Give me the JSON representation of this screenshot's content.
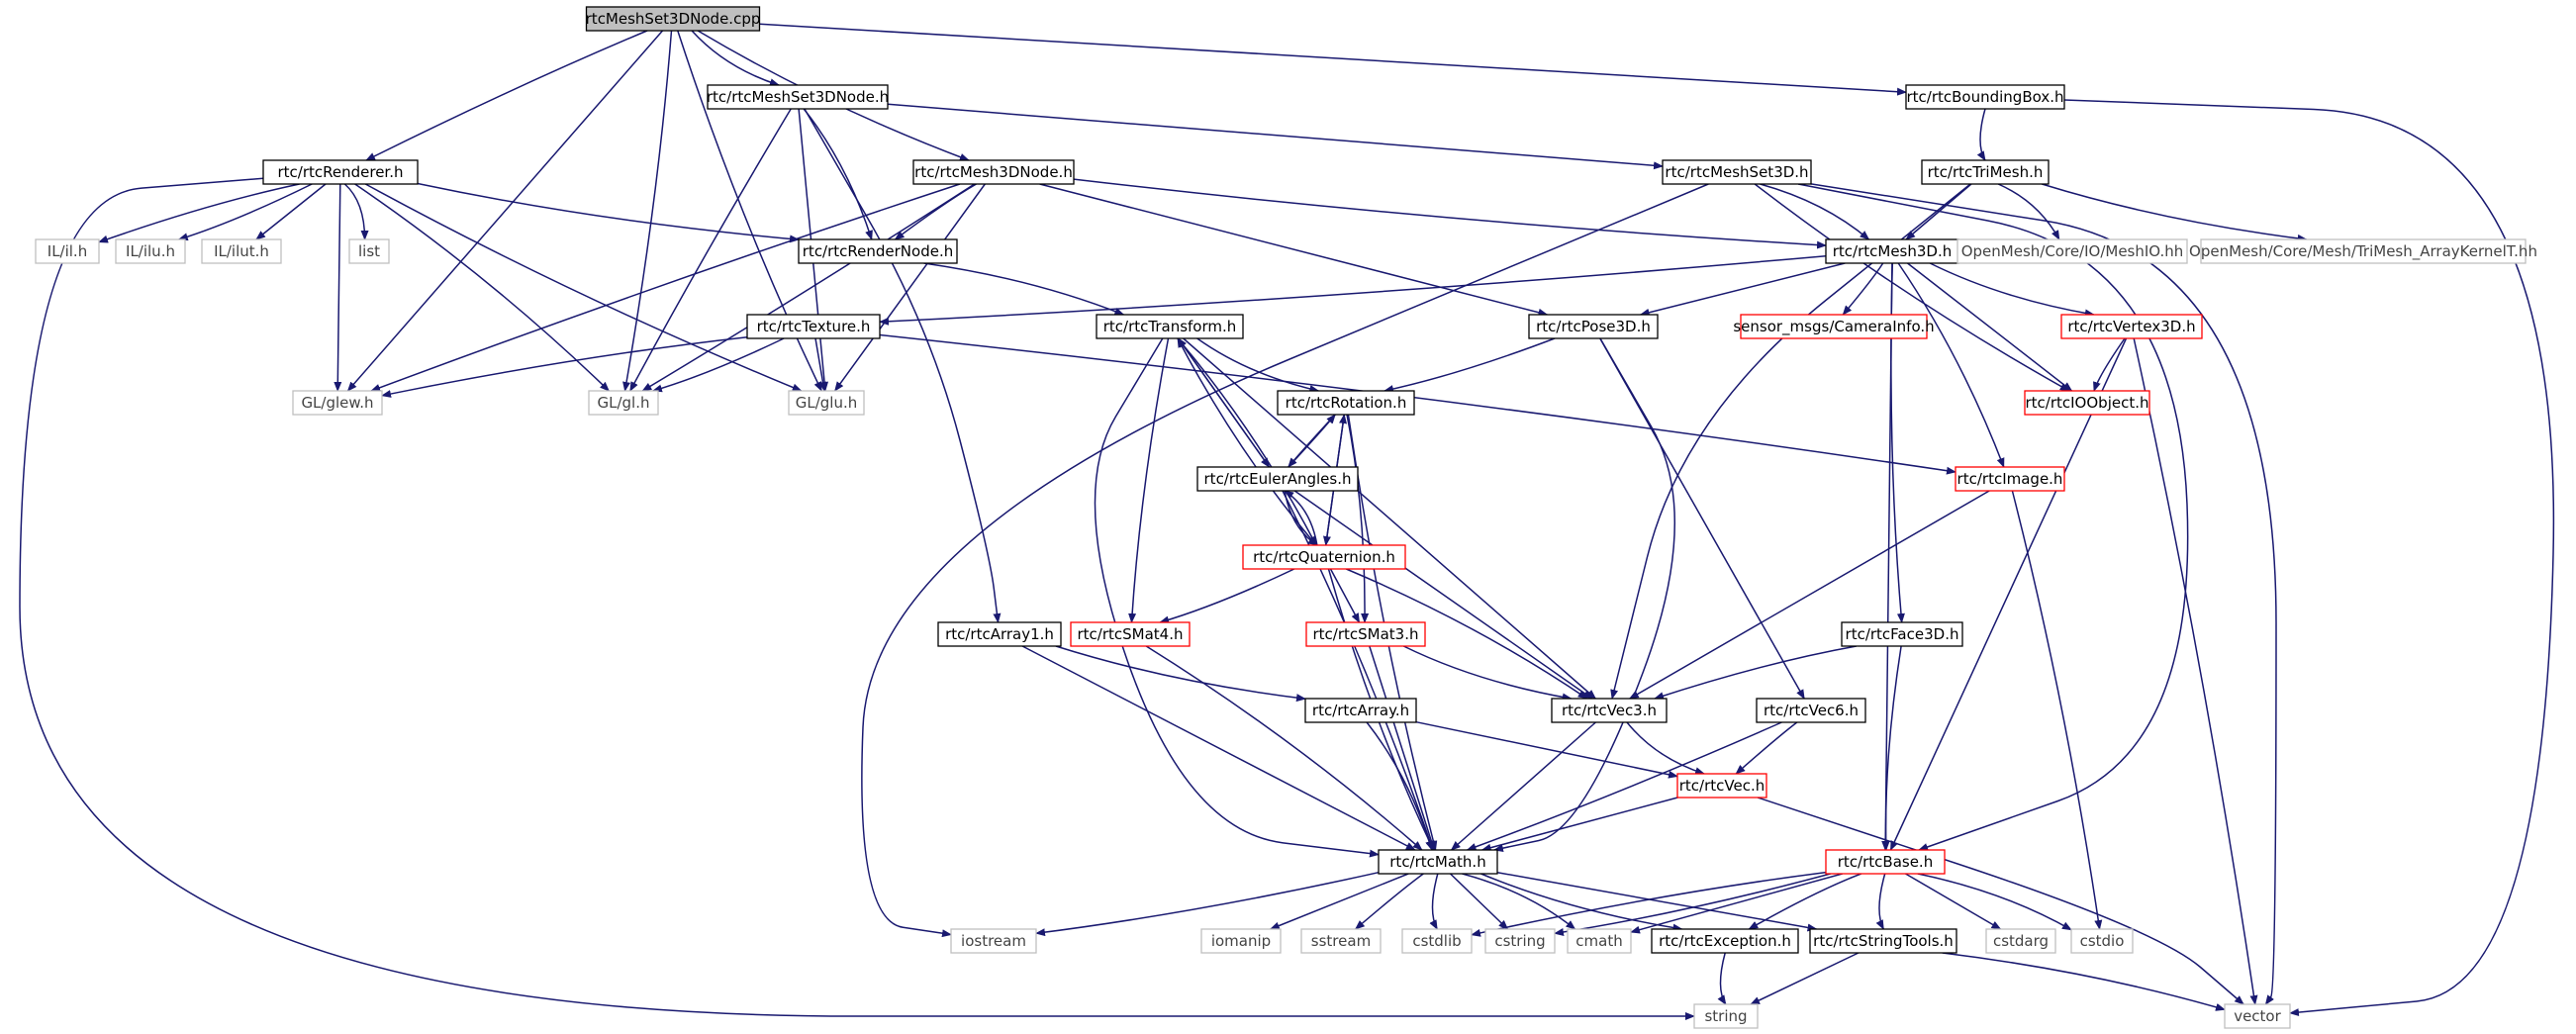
{
  "diagram": {
    "colors": {
      "edge": "#191970",
      "border_default": "#000000",
      "border_truncated": "#ff0000",
      "border_system": "#bfbfbf",
      "root_fill": "#bfbfbf",
      "node_fill": "#ffffff"
    },
    "nodes": [
      {
        "id": "root",
        "label": "rtcMeshSet3DNode.cpp",
        "kind": "root"
      },
      {
        "id": "MeshSet3DNode_h",
        "label": "rtc/rtcMeshSet3DNode.h",
        "kind": "default"
      },
      {
        "id": "BoundingBox_h",
        "label": "rtc/rtcBoundingBox.h",
        "kind": "default"
      },
      {
        "id": "Renderer_h",
        "label": "rtc/rtcRenderer.h",
        "kind": "default"
      },
      {
        "id": "Mesh3DNode_h",
        "label": "rtc/rtcMesh3DNode.h",
        "kind": "default"
      },
      {
        "id": "MeshSet3D_h",
        "label": "rtc/rtcMeshSet3D.h",
        "kind": "default"
      },
      {
        "id": "TriMesh_h",
        "label": "rtc/rtcTriMesh.h",
        "kind": "default"
      },
      {
        "id": "IL_il",
        "label": "IL/il.h",
        "kind": "system"
      },
      {
        "id": "IL_ilu",
        "label": "IL/ilu.h",
        "kind": "system"
      },
      {
        "id": "IL_ilut",
        "label": "IL/ilut.h",
        "kind": "system"
      },
      {
        "id": "list",
        "label": "list",
        "kind": "system"
      },
      {
        "id": "RenderNode_h",
        "label": "rtc/rtcRenderNode.h",
        "kind": "default"
      },
      {
        "id": "Mesh3D_h",
        "label": "rtc/rtcMesh3D.h",
        "kind": "default"
      },
      {
        "id": "MeshIO",
        "label": "OpenMesh/Core/IO/MeshIO.hh",
        "kind": "system"
      },
      {
        "id": "TriMeshKernel",
        "label": "OpenMesh/Core/Mesh/TriMesh_ArrayKernelT.hh",
        "kind": "system"
      },
      {
        "id": "Texture_h",
        "label": "rtc/rtcTexture.h",
        "kind": "default"
      },
      {
        "id": "Transform_h",
        "label": "rtc/rtcTransform.h",
        "kind": "default"
      },
      {
        "id": "Pose3D_h",
        "label": "rtc/rtcPose3D.h",
        "kind": "default"
      },
      {
        "id": "CameraInfo",
        "label": "sensor_msgs/CameraInfo.h",
        "kind": "truncated"
      },
      {
        "id": "Vertex3D_h",
        "label": "rtc/rtcVertex3D.h",
        "kind": "truncated"
      },
      {
        "id": "glew",
        "label": "GL/glew.h",
        "kind": "system"
      },
      {
        "id": "gl",
        "label": "GL/gl.h",
        "kind": "system"
      },
      {
        "id": "glu",
        "label": "GL/glu.h",
        "kind": "system"
      },
      {
        "id": "Rotation_h",
        "label": "rtc/rtcRotation.h",
        "kind": "default"
      },
      {
        "id": "IOObject_h",
        "label": "rtc/rtcIOObject.h",
        "kind": "truncated"
      },
      {
        "id": "EulerAngles_h",
        "label": "rtc/rtcEulerAngles.h",
        "kind": "default"
      },
      {
        "id": "Image_h",
        "label": "rtc/rtcImage.h",
        "kind": "truncated"
      },
      {
        "id": "Quaternion_h",
        "label": "rtc/rtcQuaternion.h",
        "kind": "truncated"
      },
      {
        "id": "Array1_h",
        "label": "rtc/rtcArray1.h",
        "kind": "default"
      },
      {
        "id": "SMat4_h",
        "label": "rtc/rtcSMat4.h",
        "kind": "truncated"
      },
      {
        "id": "SMat3_h",
        "label": "rtc/rtcSMat3.h",
        "kind": "truncated"
      },
      {
        "id": "Face3D_h",
        "label": "rtc/rtcFace3D.h",
        "kind": "default"
      },
      {
        "id": "Array_h",
        "label": "rtc/rtcArray.h",
        "kind": "default"
      },
      {
        "id": "Vec3_h",
        "label": "rtc/rtcVec3.h",
        "kind": "default"
      },
      {
        "id": "Vec6_h",
        "label": "rtc/rtcVec6.h",
        "kind": "default"
      },
      {
        "id": "Vec_h",
        "label": "rtc/rtcVec.h",
        "kind": "truncated"
      },
      {
        "id": "Math_h",
        "label": "rtc/rtcMath.h",
        "kind": "default"
      },
      {
        "id": "Base_h",
        "label": "rtc/rtcBase.h",
        "kind": "truncated"
      },
      {
        "id": "iostream",
        "label": "iostream",
        "kind": "system"
      },
      {
        "id": "iomanip",
        "label": "iomanip",
        "kind": "system"
      },
      {
        "id": "sstream",
        "label": "sstream",
        "kind": "system"
      },
      {
        "id": "cstdlib",
        "label": "cstdlib",
        "kind": "system"
      },
      {
        "id": "cstring",
        "label": "cstring",
        "kind": "system"
      },
      {
        "id": "cmath",
        "label": "cmath",
        "kind": "system"
      },
      {
        "id": "Exception_h",
        "label": "rtc/rtcException.h",
        "kind": "default"
      },
      {
        "id": "StringTools_h",
        "label": "rtc/rtcStringTools.h",
        "kind": "default"
      },
      {
        "id": "cstdarg",
        "label": "cstdarg",
        "kind": "system"
      },
      {
        "id": "cstdio",
        "label": "cstdio",
        "kind": "system"
      },
      {
        "id": "string",
        "label": "string",
        "kind": "system"
      },
      {
        "id": "vector",
        "label": "vector",
        "kind": "system"
      }
    ],
    "edges": [
      [
        "root",
        "MeshSet3DNode_h"
      ],
      [
        "root",
        "BoundingBox_h"
      ],
      [
        "root",
        "Renderer_h"
      ],
      [
        "root",
        "Mesh3DNode_h"
      ],
      [
        "root",
        "glew"
      ],
      [
        "root",
        "gl"
      ],
      [
        "root",
        "glu"
      ],
      [
        "MeshSet3DNode_h",
        "MeshSet3D_h"
      ],
      [
        "MeshSet3DNode_h",
        "RenderNode_h"
      ],
      [
        "MeshSet3DNode_h",
        "gl"
      ],
      [
        "MeshSet3DNode_h",
        "glu"
      ],
      [
        "MeshSet3DNode_h",
        "Array1_h"
      ],
      [
        "BoundingBox_h",
        "TriMesh_h"
      ],
      [
        "BoundingBox_h",
        "vector"
      ],
      [
        "Renderer_h",
        "IL_il"
      ],
      [
        "Renderer_h",
        "IL_ilu"
      ],
      [
        "Renderer_h",
        "IL_ilut"
      ],
      [
        "Renderer_h",
        "list"
      ],
      [
        "Renderer_h",
        "RenderNode_h"
      ],
      [
        "Renderer_h",
        "glew"
      ],
      [
        "Renderer_h",
        "gl"
      ],
      [
        "Renderer_h",
        "glu"
      ],
      [
        "Renderer_h",
        "string"
      ],
      [
        "Mesh3DNode_h",
        "RenderNode_h"
      ],
      [
        "Mesh3DNode_h",
        "Mesh3D_h"
      ],
      [
        "Mesh3DNode_h",
        "Pose3D_h"
      ],
      [
        "Mesh3DNode_h",
        "glew"
      ],
      [
        "Mesh3DNode_h",
        "gl"
      ],
      [
        "Mesh3DNode_h",
        "glu"
      ],
      [
        "MeshSet3D_h",
        "Mesh3D_h"
      ],
      [
        "MeshSet3D_h",
        "IOObject_h"
      ],
      [
        "MeshSet3D_h",
        "iostream"
      ],
      [
        "MeshSet3D_h",
        "vector"
      ],
      [
        "MeshSet3D_h",
        "Base_h"
      ],
      [
        "TriMesh_h",
        "Mesh3D_h"
      ],
      [
        "TriMesh_h",
        "MeshIO"
      ],
      [
        "TriMesh_h",
        "TriMeshKernel"
      ],
      [
        "TriMesh_h",
        "Vec3_h"
      ],
      [
        "RenderNode_h",
        "Transform_h"
      ],
      [
        "Mesh3D_h",
        "Texture_h"
      ],
      [
        "Mesh3D_h",
        "Pose3D_h"
      ],
      [
        "Mesh3D_h",
        "CameraInfo"
      ],
      [
        "Mesh3D_h",
        "Vertex3D_h"
      ],
      [
        "Mesh3D_h",
        "IOObject_h"
      ],
      [
        "Mesh3D_h",
        "Image_h"
      ],
      [
        "Mesh3D_h",
        "Face3D_h"
      ],
      [
        "Mesh3D_h",
        "Base_h"
      ],
      [
        "Texture_h",
        "glew"
      ],
      [
        "Texture_h",
        "gl"
      ],
      [
        "Texture_h",
        "glu"
      ],
      [
        "Texture_h",
        "Image_h"
      ],
      [
        "Transform_h",
        "Rotation_h"
      ],
      [
        "Transform_h",
        "EulerAngles_h"
      ],
      [
        "Transform_h",
        "Quaternion_h"
      ],
      [
        "Transform_h",
        "SMat4_h"
      ],
      [
        "Transform_h",
        "Vec3_h"
      ],
      [
        "Transform_h",
        "Math_h"
      ],
      [
        "Pose3D_h",
        "Rotation_h"
      ],
      [
        "Pose3D_h",
        "Vec6_h"
      ],
      [
        "Pose3D_h",
        "Math_h"
      ],
      [
        "Vertex3D_h",
        "IOObject_h"
      ],
      [
        "Vertex3D_h",
        "Base_h"
      ],
      [
        "Vertex3D_h",
        "vector"
      ],
      [
        "Rotation_h",
        "EulerAngles_h"
      ],
      [
        "Rotation_h",
        "Quaternion_h"
      ],
      [
        "Rotation_h",
        "SMat3_h"
      ],
      [
        "Rotation_h",
        "Math_h"
      ],
      [
        "EulerAngles_h",
        "Transform_h"
      ],
      [
        "EulerAngles_h",
        "Rotation_h"
      ],
      [
        "EulerAngles_h",
        "Quaternion_h"
      ],
      [
        "EulerAngles_h",
        "Vec3_h"
      ],
      [
        "EulerAngles_h",
        "Math_h"
      ],
      [
        "Quaternion_h",
        "Transform_h"
      ],
      [
        "Quaternion_h",
        "Rotation_h"
      ],
      [
        "Quaternion_h",
        "EulerAngles_h"
      ],
      [
        "Quaternion_h",
        "SMat4_h"
      ],
      [
        "Quaternion_h",
        "SMat3_h"
      ],
      [
        "Quaternion_h",
        "Vec3_h"
      ],
      [
        "Quaternion_h",
        "Math_h"
      ],
      [
        "Image_h",
        "Vec3_h"
      ],
      [
        "Image_h",
        "cstdio"
      ],
      [
        "Array1_h",
        "Array_h"
      ],
      [
        "Array1_h",
        "Math_h"
      ],
      [
        "SMat4_h",
        "Math_h"
      ],
      [
        "SMat3_h",
        "Vec3_h"
      ],
      [
        "SMat3_h",
        "Math_h"
      ],
      [
        "Face3D_h",
        "Vec3_h"
      ],
      [
        "Face3D_h",
        "Base_h"
      ],
      [
        "Array_h",
        "Vec_h"
      ],
      [
        "Array_h",
        "Math_h"
      ],
      [
        "Vec3_h",
        "Vec_h"
      ],
      [
        "Vec3_h",
        "Math_h"
      ],
      [
        "Vec6_h",
        "Vec_h"
      ],
      [
        "Vec6_h",
        "Math_h"
      ],
      [
        "Vec_h",
        "Math_h"
      ],
      [
        "Vec_h",
        "vector"
      ],
      [
        "Math_h",
        "iostream"
      ],
      [
        "Math_h",
        "iomanip"
      ],
      [
        "Math_h",
        "sstream"
      ],
      [
        "Math_h",
        "cstdlib"
      ],
      [
        "Math_h",
        "cstring"
      ],
      [
        "Math_h",
        "cmath"
      ],
      [
        "Math_h",
        "Exception_h"
      ],
      [
        "Math_h",
        "StringTools_h"
      ],
      [
        "Base_h",
        "cstdlib"
      ],
      [
        "Base_h",
        "cstring"
      ],
      [
        "Base_h",
        "cmath"
      ],
      [
        "Base_h",
        "Exception_h"
      ],
      [
        "Base_h",
        "StringTools_h"
      ],
      [
        "Base_h",
        "cstdarg"
      ],
      [
        "Base_h",
        "cstdio"
      ],
      [
        "Exception_h",
        "string"
      ],
      [
        "StringTools_h",
        "string"
      ],
      [
        "StringTools_h",
        "vector"
      ]
    ]
  }
}
